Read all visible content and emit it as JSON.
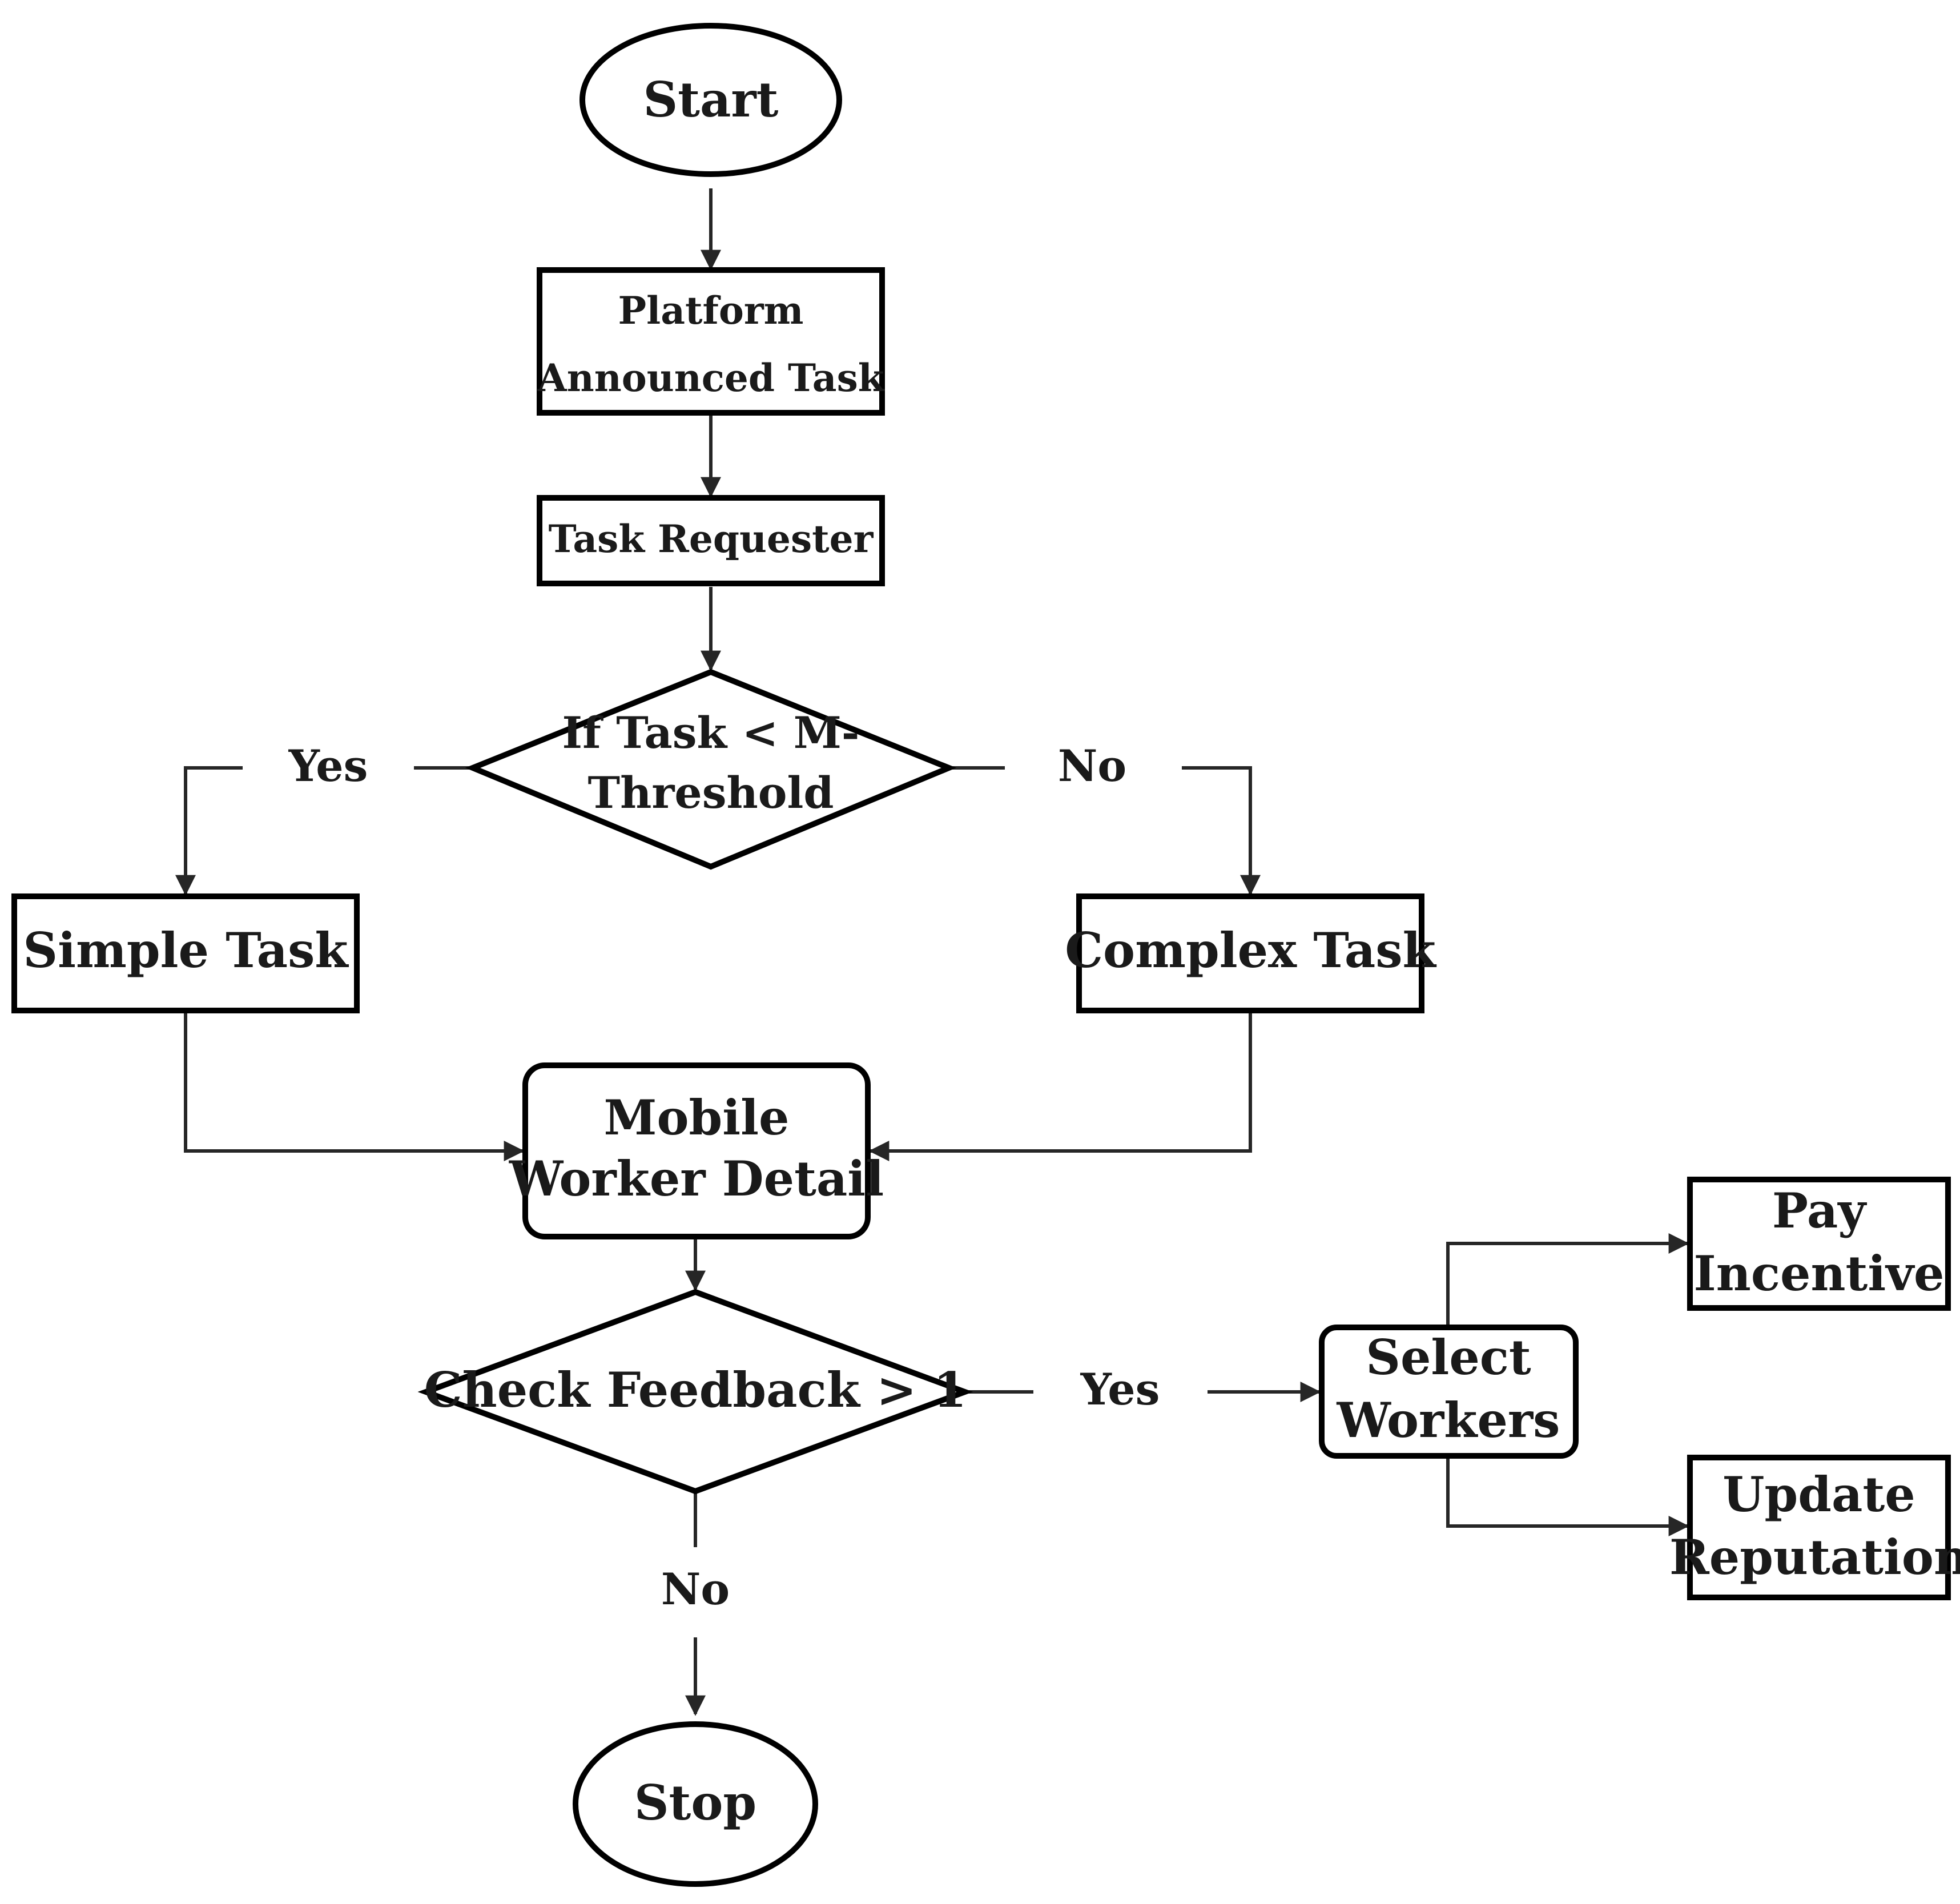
{
  "nodes": {
    "start": "Start",
    "platform": [
      "Platform",
      "Announced Task"
    ],
    "requester": "Task Requester",
    "threshold_decision": [
      "If Task < M-",
      "Threshold"
    ],
    "simple": "Simple Task",
    "complex": "Complex Task",
    "mobile_worker": [
      "Mobile",
      "Worker Detail"
    ],
    "feedback_decision": "Check Feedback > 1",
    "select_workers": [
      "Select",
      "Workers"
    ],
    "pay_incentive": [
      "Pay",
      "Incentive"
    ],
    "update_reputation": [
      "Update",
      "Reputation"
    ],
    "stop": "Stop"
  },
  "edge_labels": {
    "threshold_yes": "Yes",
    "threshold_no": "No",
    "feedback_yes": "Yes",
    "feedback_no": "No"
  }
}
